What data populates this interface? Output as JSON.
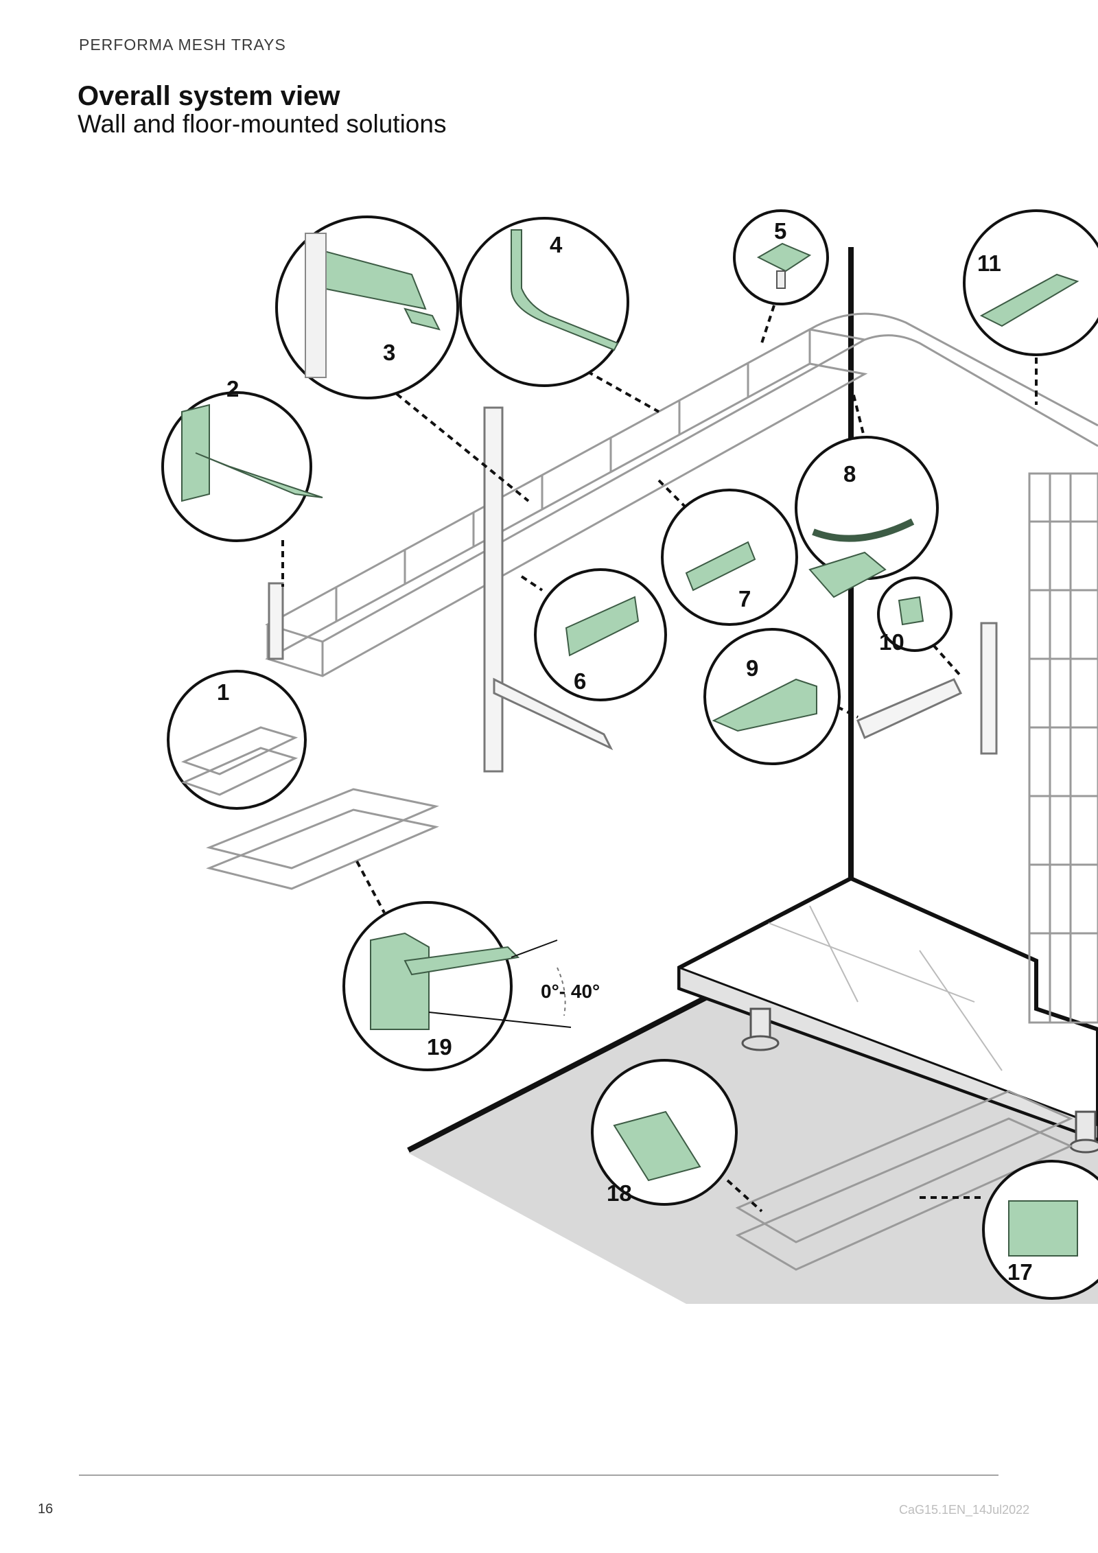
{
  "header": {
    "label": "PERFORMA MESH TRAYS"
  },
  "page": {
    "title": "Overall system view",
    "subtitle": "Wall and floor-mounted solutions"
  },
  "diagram": {
    "callouts": [
      "1",
      "2",
      "3",
      "4",
      "5",
      "6",
      "7",
      "8",
      "9",
      "10",
      "11",
      "17",
      "18",
      "19"
    ],
    "angle_label": "0°- 40°"
  },
  "colors": {
    "accent_green": "#a9d3b3",
    "line": "#1a1a1a",
    "floor_gray": "#d9d9d9",
    "tray_gray": "#9a9a9a"
  },
  "footer": {
    "page_number": "16",
    "doc_code": "CaG15.1EN_14Jul2022"
  }
}
